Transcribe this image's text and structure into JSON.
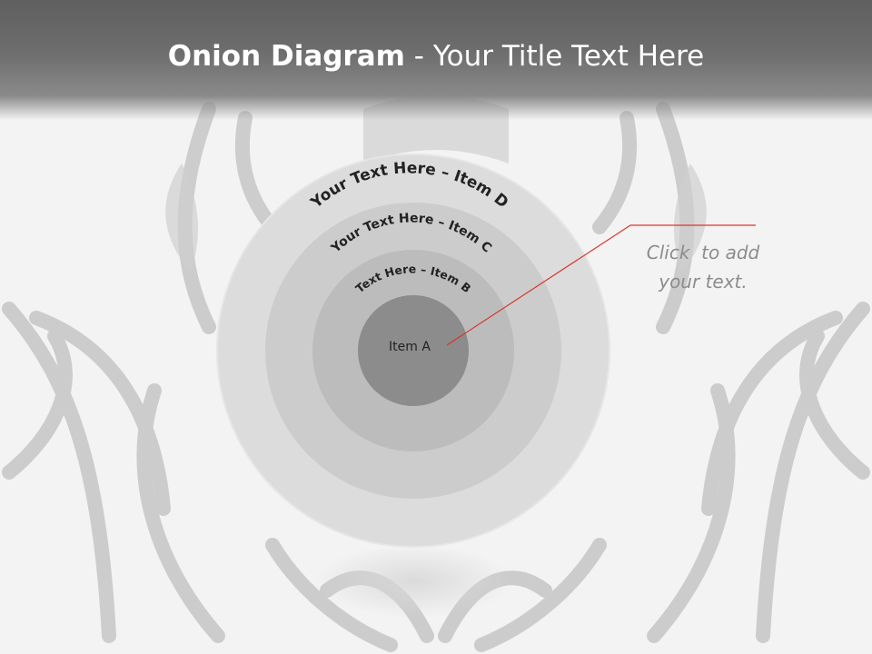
{
  "slide": {
    "title_bold": "Onion Diagram",
    "title_rest": " - Your Title Text Here"
  },
  "onion": {
    "layers": [
      {
        "label": "Your Text Here – Item D",
        "color": "#dcdcdc"
      },
      {
        "label": "Your Text Here – Item C",
        "color": "#cccccc"
      },
      {
        "label": "Text Here – Item B",
        "color": "#bcbcbc"
      },
      {
        "label": "Item A",
        "color": "#8c8c8c"
      }
    ]
  },
  "callout": {
    "line1": "Click  to add",
    "line2": "your text.",
    "line_color": "#d9362b"
  }
}
